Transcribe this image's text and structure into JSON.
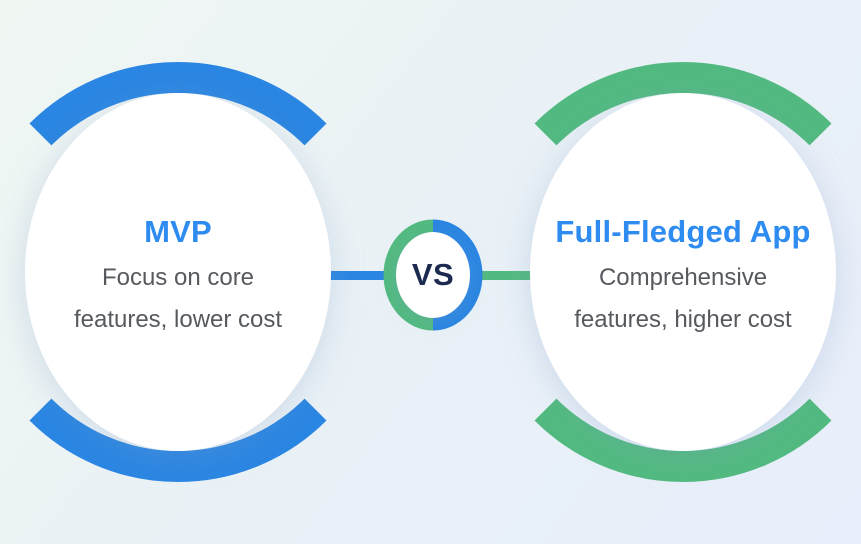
{
  "left_card": {
    "title": "MVP",
    "description": "Focus on core\nfeatures, lower cost",
    "accent_color": "#2a86e2"
  },
  "right_card": {
    "title": "Full-Fledged App",
    "description": "Comprehensive\nfeatures, higher cost",
    "accent_color": "#52ba80"
  },
  "vs_badge": {
    "label": "VS",
    "left_color": "#2a86e2",
    "right_color": "#52ba80",
    "text_color": "#1b2a4e"
  },
  "colors": {
    "title_text": "#2e8cf0",
    "description_text": "#56595e",
    "card_fill": "#ffffff",
    "background_start": "#f0f7f3",
    "background_end": "#e8eefb"
  }
}
